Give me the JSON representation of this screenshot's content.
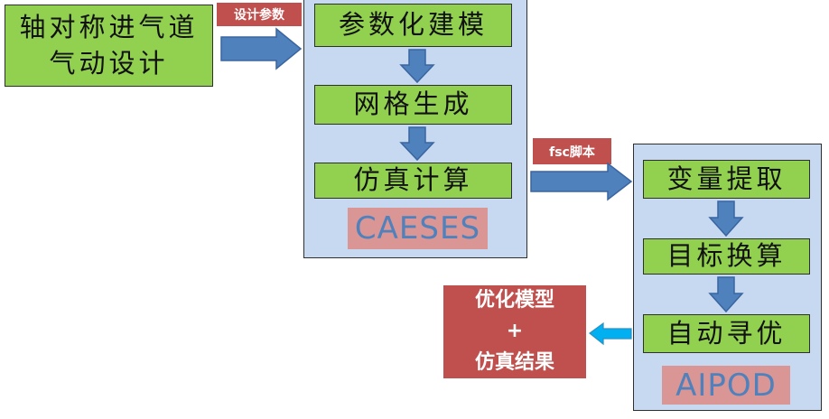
{
  "input_box": {
    "line1": "轴对称进气道",
    "line2": "气动设计"
  },
  "arrow_labels": {
    "design_params": "设计参数",
    "fsc_script": "fsc脚本"
  },
  "caeses_panel": {
    "steps": [
      "参数化建模",
      "网格生成",
      "仿真计算"
    ],
    "brand": "CAESES"
  },
  "aipod_panel": {
    "steps": [
      "变量提取",
      "目标换算",
      "自动寻优"
    ],
    "brand": "AIPOD"
  },
  "result_box": {
    "line1": "优化模型",
    "line2": "+",
    "line3": "仿真结果"
  },
  "colors": {
    "step_fill": "#92d050",
    "panel_fill": "#c6d9f1",
    "tag_fill": "#c0504d",
    "brand_fill": "#d99694",
    "brand_text": "#4f81bd",
    "arrow_blue": "#4f81bd",
    "arrow_cyan": "#00b0f0"
  }
}
